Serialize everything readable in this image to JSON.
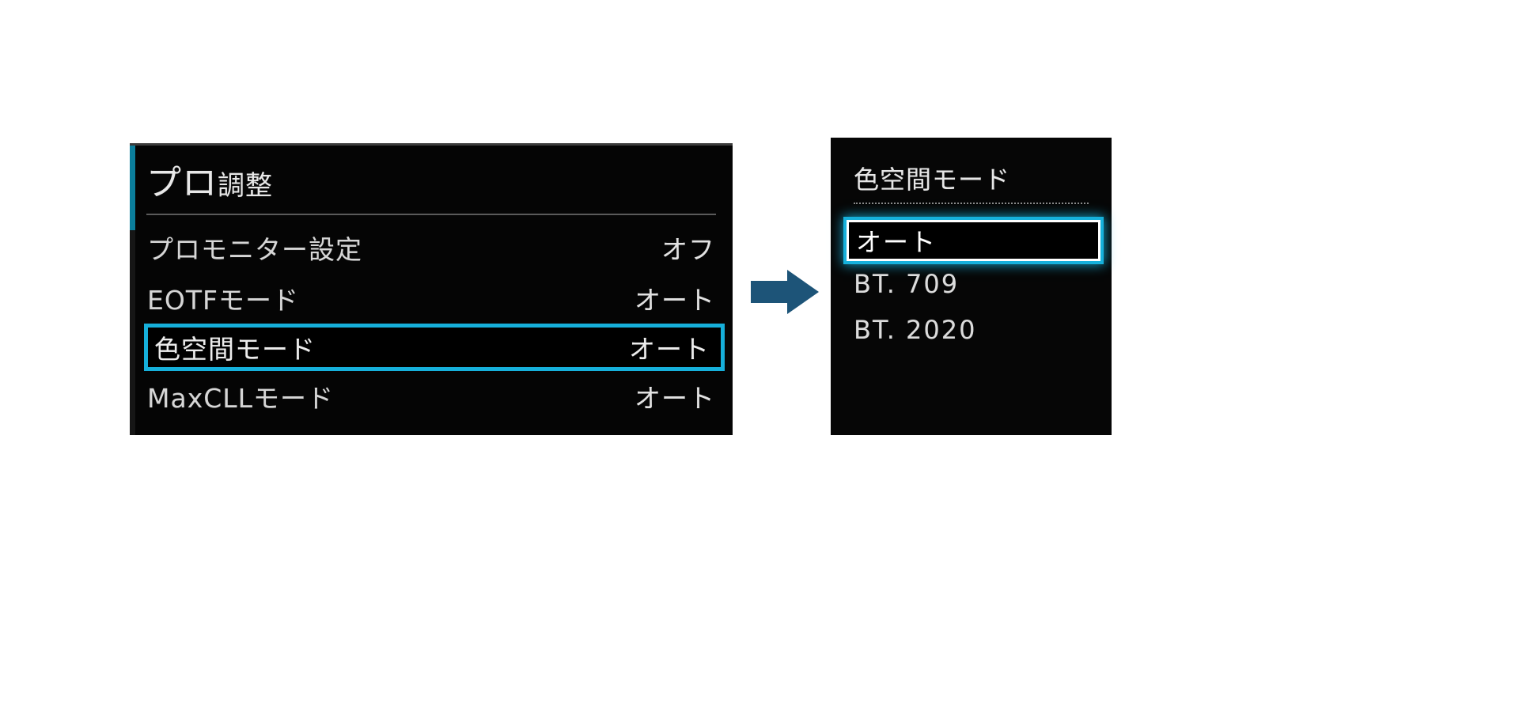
{
  "colors": {
    "accent_teal": "#0b7e9c",
    "highlight_cyan": "#16b0db",
    "arrow_navy": "#1d5478",
    "panel_background": "#050505",
    "text_primary": "#e2e2e2",
    "page_background": "#ffffff"
  },
  "left_panel": {
    "title_primary": "プロ",
    "title_secondary": "調整",
    "title_full": "プロ調整",
    "rows": [
      {
        "label": "プロモニター設定",
        "value": "オフ",
        "selected": false
      },
      {
        "label": "EOTFモード",
        "value": "オート",
        "selected": false
      },
      {
        "label": "色空間モード",
        "value": "オート",
        "selected": true
      },
      {
        "label": "MaxCLLモード",
        "value": "オート",
        "selected": false
      }
    ]
  },
  "arrow": {
    "icon": "right-arrow-icon",
    "direction": "right"
  },
  "right_panel": {
    "title": "色空間モード",
    "options": [
      {
        "label": "オート",
        "focused": true
      },
      {
        "label": "BT. 709",
        "focused": false
      },
      {
        "label": "BT. 2020",
        "focused": false
      }
    ]
  }
}
